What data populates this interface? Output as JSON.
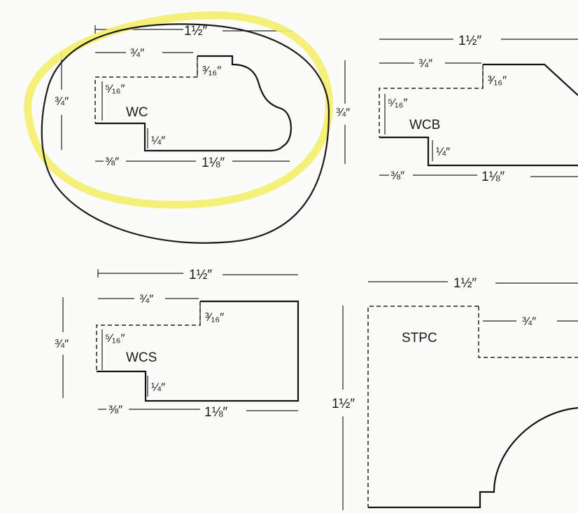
{
  "profiles": {
    "wc": {
      "name": "WC",
      "dim_top": "1½″",
      "dim_upper": "¾″",
      "dim_step_top": "³⁄₁₆″",
      "dim_left_inner": "⁵⁄₁₆″",
      "dim_height": "¾″",
      "dim_step_bottom": "¼″",
      "dim_left_bottom": "⅜″",
      "dim_bottom": "1⅛″"
    },
    "wcb": {
      "name": "WCB",
      "dim_top": "1½″",
      "dim_upper": "¾″",
      "dim_step_top": "³⁄₁₆″",
      "dim_left_inner": "⁵⁄₁₆″",
      "dim_height": "¾″",
      "dim_step_bottom": "¼″",
      "dim_left_bottom": "⅜″",
      "dim_bottom": "1⅛″"
    },
    "wcs": {
      "name": "WCS",
      "dim_top": "1½″",
      "dim_upper": "¾″",
      "dim_step_top": "³⁄₁₆″",
      "dim_left_inner": "⁵⁄₁₆″",
      "dim_height": "¾″",
      "dim_step_bottom": "¼″",
      "dim_left_bottom": "⅜″",
      "dim_bottom": "1⅛″"
    },
    "stpc": {
      "name": "STPC",
      "dim_top": "1½″",
      "dim_inner": "¾″",
      "dim_height": "1½″"
    }
  },
  "annotations": {
    "highlight_color": "#f3ee6a",
    "pen_color": "#1c1c1c",
    "circled_profile": "WC"
  }
}
